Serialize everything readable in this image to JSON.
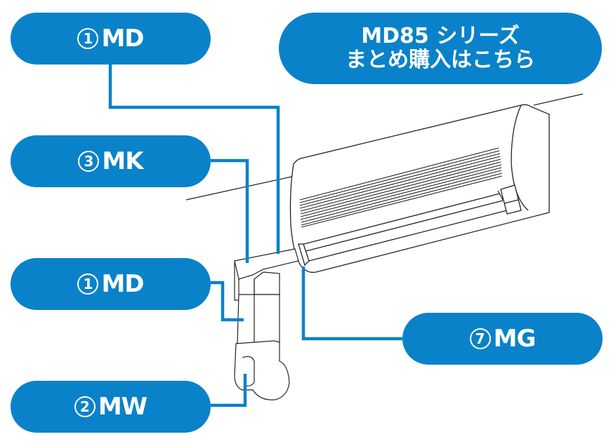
{
  "colors": {
    "accent": "#0a82c9",
    "text_on_accent": "#ffffff",
    "line_art": "#222222"
  },
  "series_button": {
    "line1": "MD85 シリーズ",
    "line2": "まとめ購入はこちら"
  },
  "callouts": [
    {
      "id": "md-top",
      "number": "1",
      "label": "MD"
    },
    {
      "id": "mk",
      "number": "3",
      "label": "MK"
    },
    {
      "id": "md-mid",
      "number": "1",
      "label": "MD"
    },
    {
      "id": "mw",
      "number": "2",
      "label": "MW"
    },
    {
      "id": "mg",
      "number": "7",
      "label": "MG"
    }
  ]
}
